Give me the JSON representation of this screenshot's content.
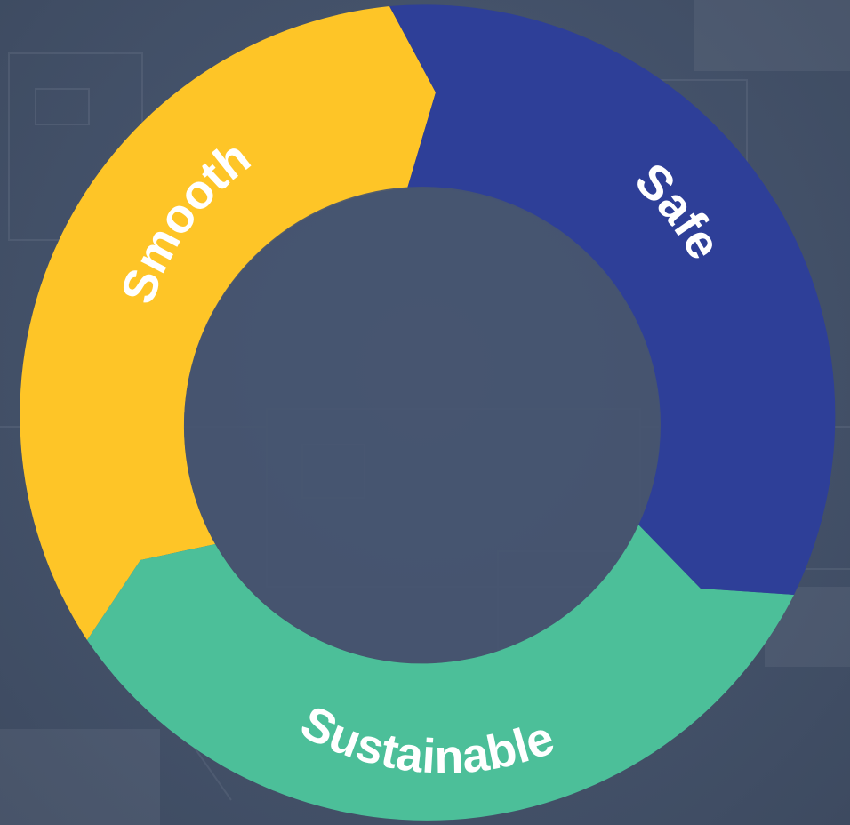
{
  "diagram": {
    "type": "cycle-ring",
    "segments": [
      {
        "label": "Smooth",
        "color": "#fec527"
      },
      {
        "label": "Safe",
        "color": "#2e3f98"
      },
      {
        "label": "Sustainable",
        "color": "#4cbf99"
      }
    ],
    "background_color": "#46546b"
  }
}
